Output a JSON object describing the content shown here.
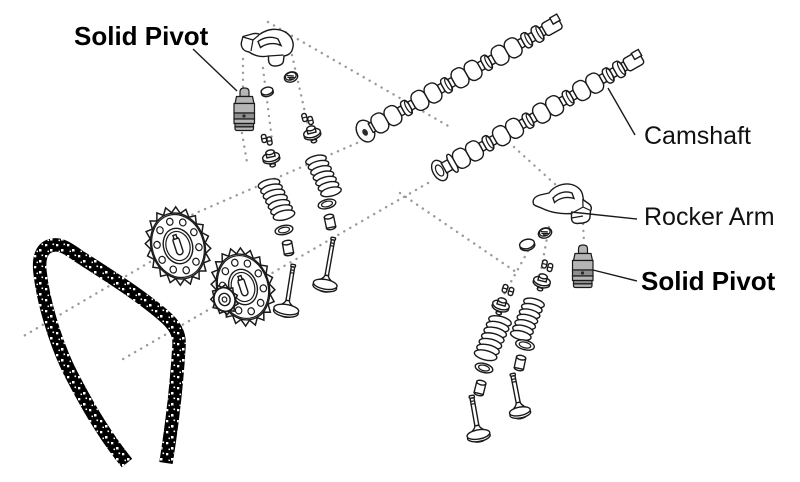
{
  "labels": {
    "solid_pivot_left": "Solid Pivot",
    "camshaft": "Camshaft",
    "rocker_arm": "Rocker Arm",
    "solid_pivot_right": "Solid Pivot"
  },
  "colors": {
    "background": "#ffffff",
    "line": "#1a1a1a",
    "guide_dots": "#9a9a9a",
    "chain": "#000000",
    "pivot_body": "#b5b5b5",
    "pivot_band": "#8e8e8e",
    "pivot_hole": "#2b2b2b"
  },
  "parts_depicted": [
    "timing-chain",
    "cam-sprocket",
    "crank-sprocket",
    "camshaft",
    "rocker-arm",
    "solid-pivot-lifter",
    "adjuster-screw",
    "tappet-cap",
    "valve-keepers",
    "spring-retainer",
    "valve-spring",
    "valve-stem-seal",
    "valve-spring-seat",
    "valve"
  ]
}
